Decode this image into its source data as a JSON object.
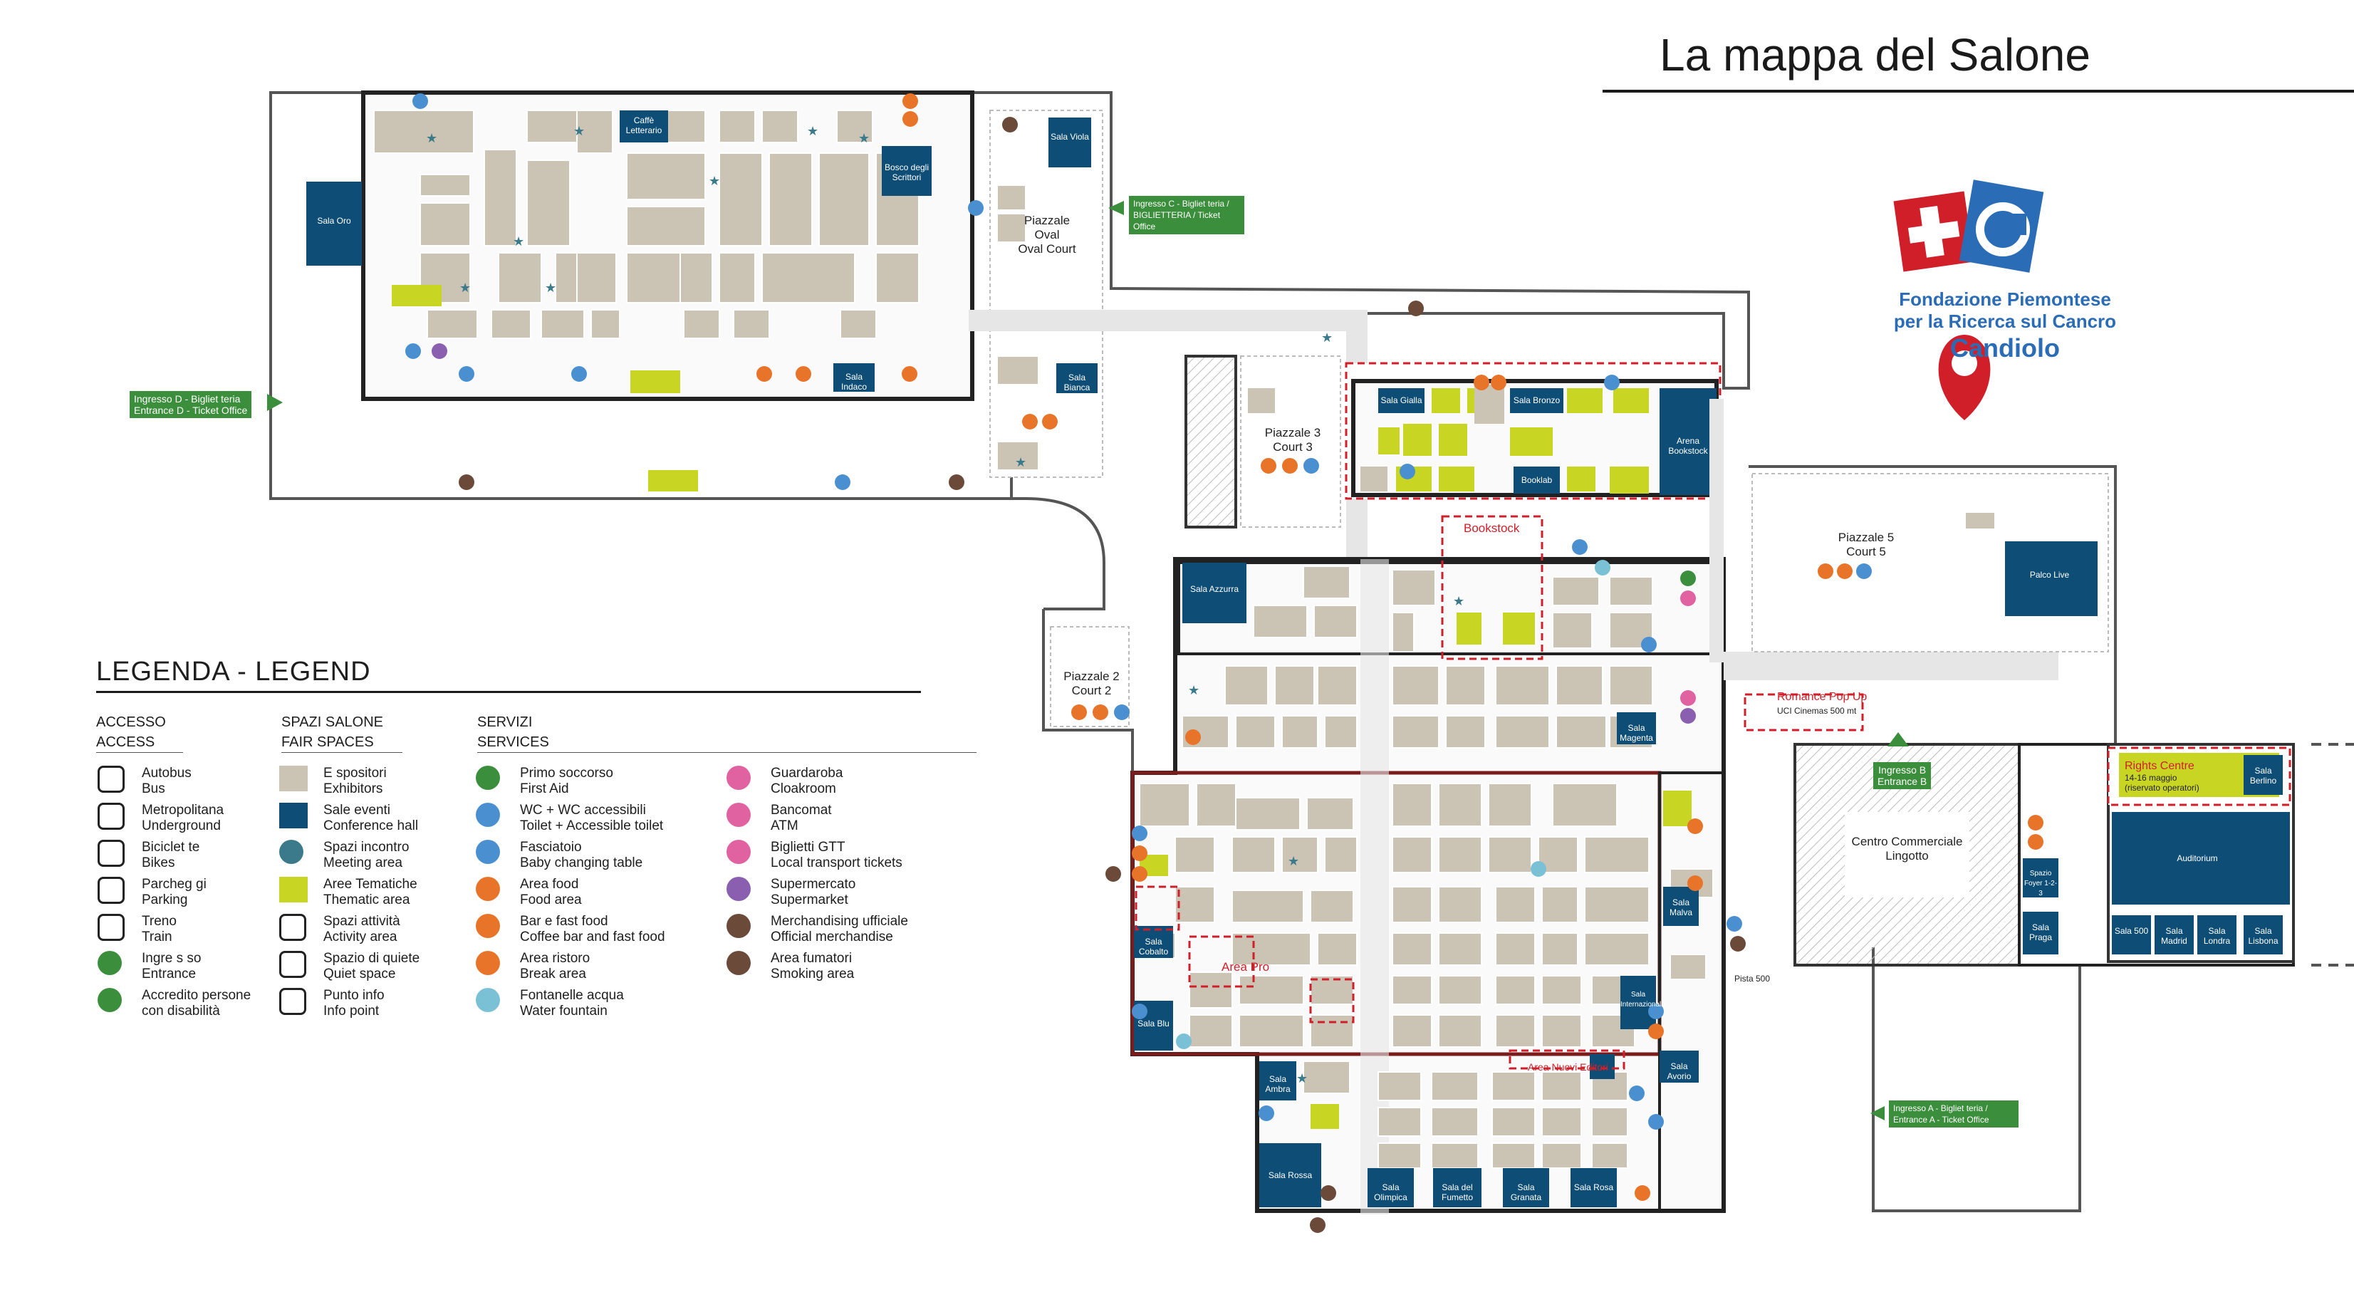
{
  "header": {
    "title": "La mappa del Salone"
  },
  "sponsor": {
    "line1": "Fondazione Piemontese",
    "line2": "per la Ricerca sul Cancro",
    "brand": "Candiolo"
  },
  "legend": {
    "title": "LEGENDA - LEGEND",
    "access_head_it": "ACCESSO",
    "access_head_en": "ACCESS",
    "spaces_head_it": "SPAZI SALONE",
    "spaces_head_en": "FAIR SPACES",
    "services_head_it": "SERVIZI",
    "services_head_en": "SERVICES",
    "access": [
      {
        "icon": "bus-icon",
        "it": "Autobus",
        "en": "Bus"
      },
      {
        "icon": "metro-icon",
        "it": "Metropolitana",
        "en": "Underground"
      },
      {
        "icon": "bike-icon",
        "it": "Biciclet te",
        "en": "Bikes"
      },
      {
        "icon": "parking-icon",
        "it": "Parcheg gi",
        "en": "Parking"
      },
      {
        "icon": "train-icon",
        "it": "Treno",
        "en": "Train"
      },
      {
        "icon": "entrance-arrow-icon",
        "it": "Ingre s so",
        "en": "Entrance"
      },
      {
        "icon": "accessibility-icon",
        "it": "Accredito persone",
        "en": "con disabilità"
      }
    ],
    "spaces": [
      {
        "icon": "exhibitor-swatch",
        "it": "E spositori",
        "en": "Exhibitors"
      },
      {
        "icon": "events-swatch",
        "it": "Sale eventi",
        "en": "Conference hall"
      },
      {
        "icon": "star-icon",
        "it": "Spazi incontro",
        "en": "Meeting area"
      },
      {
        "icon": "meeting-swatch",
        "it": "Aree Tematiche",
        "en": "Thematic area"
      },
      {
        "icon": "thematic-dashed-icon",
        "it": "Spazi attività",
        "en": "Activity area"
      },
      {
        "icon": "quiet-icon",
        "it": "Spazio di quiete",
        "en": "Quiet space"
      },
      {
        "icon": "info-icon",
        "it": "Punto info",
        "en": "Info point"
      }
    ],
    "services_col1": [
      {
        "icon": "first-aid-icon",
        "it": "Primo soccorso",
        "en": "First Aid"
      },
      {
        "icon": "wc-icon",
        "it": "WC + WC accessibili",
        "en": "Toilet + Accessible toilet"
      },
      {
        "icon": "baby-icon",
        "it": "Fasciatoio",
        "en": "Baby changing table"
      },
      {
        "icon": "food-icon",
        "it": "Area food",
        "en": "Food area"
      },
      {
        "icon": "coffee-icon",
        "it": "Bar e fast food",
        "en": "Coffee bar and fast food"
      },
      {
        "icon": "restaurant-icon",
        "it": "Area ristoro",
        "en": "Break area"
      },
      {
        "icon": "water-icon",
        "it": "Fontanelle acqua",
        "en": "Water fountain"
      }
    ],
    "services_col2": [
      {
        "icon": "cloakroom-icon",
        "it": "Guardaroba",
        "en": "Cloakroom"
      },
      {
        "icon": "atm-icon",
        "it": "Bancomat",
        "en": "ATM"
      },
      {
        "icon": "ticket-icon",
        "it": "Biglietti GTT",
        "en": "Local transport tickets"
      },
      {
        "icon": "supermarket-icon",
        "it": "Supermercato",
        "en": "Supermarket"
      },
      {
        "icon": "merch-icon",
        "it": "Merchandising ufficiale",
        "en": "Official merchandise"
      },
      {
        "icon": "smoking-icon",
        "it": "Area fumatori",
        "en": "Smoking area"
      }
    ]
  },
  "places": {
    "piazzale_oval_it": "Piazzale Oval",
    "piazzale_oval_en": "Oval Court",
    "piazzale2_it": "Piazzale 2",
    "piazzale2_en": "Court 2",
    "piazzale3_it": "Piazzale 3",
    "piazzale3_en": "Court 3",
    "piazzale5_it": "Piazzale 5",
    "piazzale5_en": "Court 5",
    "centro": "Centro Commerciale Lingotto",
    "bookstock": "Bookstock",
    "area_pro": "Area Pro",
    "area_nuovi": "Area Nuovi Editori",
    "romance": "Romance Pop Up",
    "romance_sub": "UCI Cinemas 500 mt",
    "rights": "Rights Centre",
    "rights_sub": "14-16 maggio",
    "rights_sub2": "(riservato operatori)",
    "auditorium": "Auditorium",
    "palco": "Palco Live",
    "arena_bookstock": "Arena Bookstock",
    "booklab": "Booklab",
    "pista": "Pista 500"
  },
  "halls": {
    "oro": "Sala Oro",
    "viola": "Sala Viola",
    "azzurra": "Sala Azzurra",
    "gialla": "Sala Gialla",
    "bronzo": "Sala Bronzo",
    "magenta": "Sala Magenta",
    "cobalto": "Sala Cobalto",
    "blu": "Sala Blu",
    "ambra": "Sala Ambra",
    "rossa": "Sala Rossa",
    "olimpica": "Sala Olimpica",
    "fumetto": "Sala del Fumetto",
    "granata": "Sala Granata",
    "rosa": "Sala Rosa",
    "malva": "Sala Malva",
    "internazionale": "Sala Internazionale",
    "avorio": "Sala Avorio",
    "bianca": "Sala Bianca",
    "indaco": "Sala Indaco",
    "berlino": "Sala Berlino",
    "praga": "Sala Praga",
    "spazio_foyer": "Spazio Foyer 1-2-3",
    "s500": "Sala 500",
    "madrid": "Sala Madrid",
    "londra": "Sala Londra",
    "lisbona": "Sala Lisbona",
    "bosco": "Bosco degli Scrittori",
    "caffe": "Caffè Letterario"
  },
  "entrances": {
    "a": "Ingresso A - Bigliet teria / Entrance A - Ticket Office",
    "b_it": "Ingresso B",
    "b_en": "Entrance B",
    "c": "Ingresso C - Bigliet teria / BIGLIETTERIA / Ticket Office",
    "d_it": "Ingresso D - Bigliet teria",
    "d_en": "Entrance D - Ticket Office"
  },
  "colors": {
    "exhibitor": "#cbc3b4",
    "hall": "#0e4d75",
    "meeting": "#c9d523",
    "wc": "#4a90d0",
    "food": "#e8742a",
    "green": "#3b8e3b",
    "red": "#d11f2a",
    "wall": "#2b2b2b",
    "path": "#e6e6e6"
  }
}
